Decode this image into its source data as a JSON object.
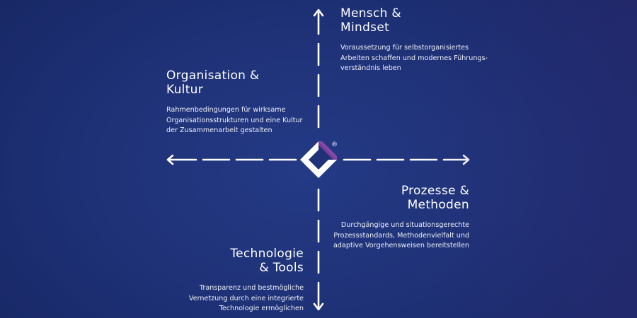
{
  "diagram": {
    "colors": {
      "background": "#1e3175",
      "foreground": "#ffffff",
      "logo_accent": "#7a3f9c"
    },
    "logo": {
      "icon": "diamond-logo-icon",
      "mark": "®"
    },
    "quadrants": {
      "top_right": {
        "title": "Mensch &\nMindset",
        "description": "Voraussetzung für selbstorganisiertes\nArbeiten schaffen und modernes Führungs-\nverständnis leben"
      },
      "top_left": {
        "title": "Organisation &\nKultur",
        "description": "Rahmenbedingungen für wirksame\nOrganisationsstrukturen und eine Kultur\nder Zusammenarbeit gestalten"
      },
      "bottom_right": {
        "title": "Prozesse &\nMethoden",
        "description": "Durchgängige und situationsgerechte\nProzessstandards, Methodenvielfalt und\nadaptive Vorgehensweisen bereitstellen"
      },
      "bottom_left": {
        "title": "Technologie\n& Tools",
        "description": "Transparenz und bestmögliche\nVernetzung durch eine integrierte\nTechnologie ermöglichen"
      }
    }
  }
}
